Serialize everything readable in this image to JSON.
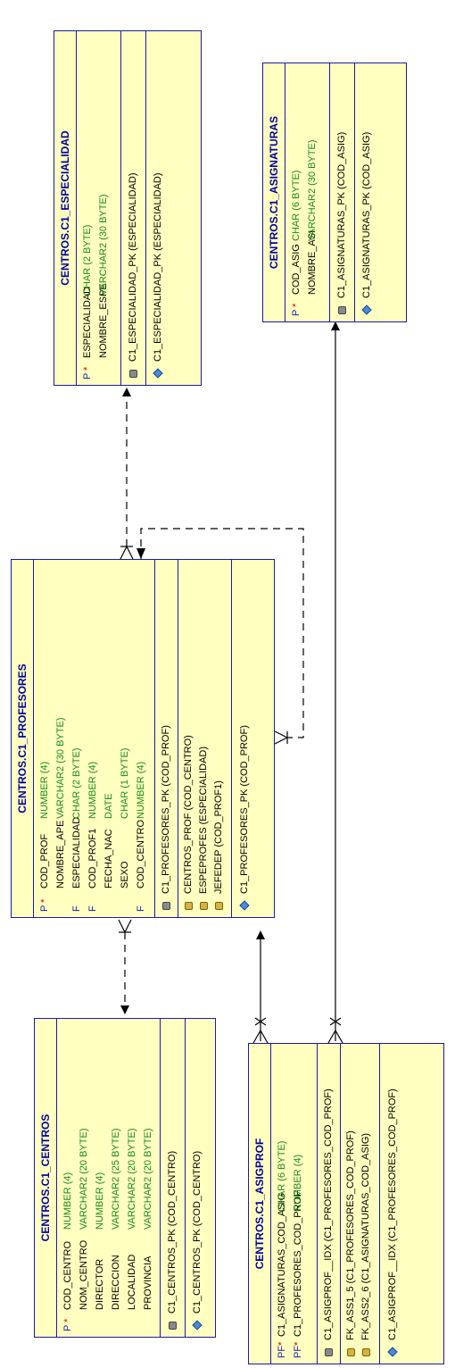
{
  "entities": {
    "especialidad": {
      "title": "CENTROS.C1_ESPECIALIDAD",
      "columns": [
        {
          "flag": "P",
          "req": "*",
          "name": "ESPECIALIDAD",
          "type": "CHAR (2 BYTE)"
        },
        {
          "flag": "",
          "req": "",
          "name": "NOMBRE_ESPE",
          "type": "VARCHAR2 (30 BYTE)"
        }
      ],
      "pk": "C1_ESPECIALIDAD_PK (ESPECIALIDAD)",
      "index": "C1_ESPECIALIDAD_PK (ESPECIALIDAD)"
    },
    "asignaturas": {
      "title": "CENTROS.C1_ASIGNATURAS",
      "columns": [
        {
          "flag": "P",
          "req": "*",
          "name": "COD_ASIG",
          "type": "CHAR (6 BYTE)"
        },
        {
          "flag": "",
          "req": "",
          "name": "NOMBRE_ASI",
          "type": "VARCHAR2 (30 BYTE)"
        }
      ],
      "pk": "C1_ASIGNATURAS_PK (COD_ASIG)",
      "index": "C1_ASIGNATURAS_PK (COD_ASIG)"
    },
    "profesores": {
      "title": "CENTROS.C1_PROFESORES",
      "columns": [
        {
          "flag": "P",
          "req": "*",
          "name": "COD_PROF",
          "type": "NUMBER (4)"
        },
        {
          "flag": "",
          "req": "",
          "name": "NOMBRE_APE",
          "type": "VARCHAR2 (30 BYTE)"
        },
        {
          "flag": "F",
          "req": "",
          "name": "ESPECIALIDAD",
          "type": "CHAR (2 BYTE)"
        },
        {
          "flag": "F",
          "req": "",
          "name": "COD_PROF1",
          "type": "NUMBER (4)"
        },
        {
          "flag": "",
          "req": "",
          "name": "FECHA_NAC",
          "type": "DATE"
        },
        {
          "flag": "",
          "req": "",
          "name": "SEXO",
          "type": "CHAR (1 BYTE)"
        },
        {
          "flag": "F",
          "req": "",
          "name": "COD_CENTRO",
          "type": "NUMBER (4)"
        }
      ],
      "pk": "C1_PROFESORES_PK (COD_PROF)",
      "fks": [
        "CENTROS_PROF (COD_CENTRO)",
        "ESPEPROFES (ESPECIALIDAD)",
        "JEFEDEP (COD_PROF1)"
      ],
      "index": "C1_PROFESORES_PK (COD_PROF)"
    },
    "centros": {
      "title": "CENTROS.C1_CENTROS",
      "columns": [
        {
          "flag": "P",
          "req": "*",
          "name": "COD_CENTRO",
          "type": "NUMBER (4)"
        },
        {
          "flag": "",
          "req": "",
          "name": "NOM_CENTRO",
          "type": "VARCHAR2 (20 BYTE)"
        },
        {
          "flag": "",
          "req": "",
          "name": "DIRECTOR",
          "type": "NUMBER (4)"
        },
        {
          "flag": "",
          "req": "",
          "name": "DIRECCION",
          "type": "VARCHAR2 (25 BYTE)"
        },
        {
          "flag": "",
          "req": "",
          "name": "LOCALIDAD",
          "type": "VARCHAR2 (20 BYTE)"
        },
        {
          "flag": "",
          "req": "",
          "name": "PROVINCIA",
          "type": "VARCHAR2 (20 BYTE)"
        }
      ],
      "pk": "C1_CENTROS_PK (COD_CENTRO)",
      "index": "C1_CENTROS_PK (COD_CENTRO)"
    },
    "asigprof": {
      "title": "CENTROS.C1_ASIGPROF",
      "columns": [
        {
          "flag": "PF",
          "req": "*",
          "name": "C1_ASIGNATURAS_COD_ASIG",
          "type": "CHAR (6 BYTE)"
        },
        {
          "flag": "PF",
          "req": "*",
          "name": "C1_PROFESORES_COD_PROF",
          "type": "NUMBER (4)"
        }
      ],
      "pk": "C1_ASIGPROF__IDX (C1_PROFESORES_COD_PROF)",
      "fks": [
        "FK_ASS1_5 (C1_PROFESORES_COD_PROF)",
        "FK_ASS2_6 (C1_ASIGNATURAS_COD_ASIG)"
      ],
      "index": "C1_ASIGPROF__IDX (C1_PROFESORES_COD_PROF)"
    }
  },
  "colors": {
    "entity_fill": "#ffffc0",
    "entity_border": "#1a1aa8",
    "title_text": "#0000a0",
    "datatype_text": "#1a8a1a",
    "required_mark": "#e00000"
  }
}
